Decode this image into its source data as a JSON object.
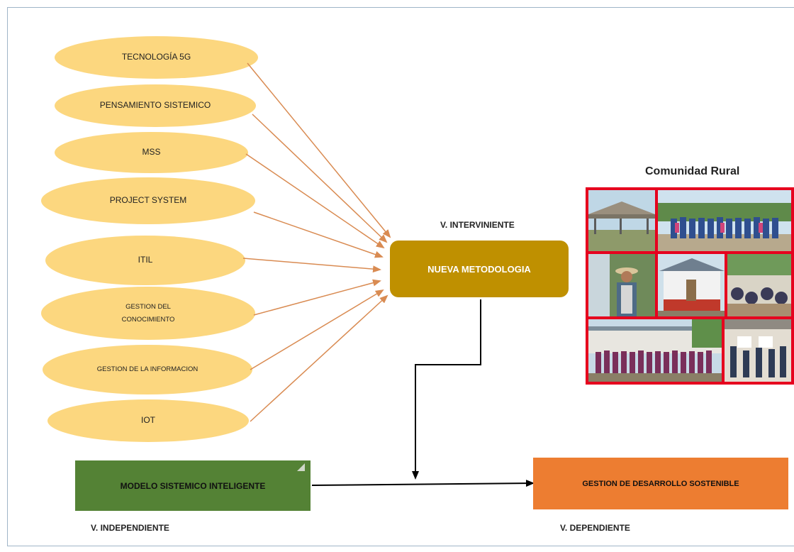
{
  "factors": [
    {
      "label": "TECNOLOGÍA 5G"
    },
    {
      "label": "PENSAMIENTO SISTEMICO"
    },
    {
      "label": "MSS"
    },
    {
      "label": "PROJECT SYSTEM"
    },
    {
      "label": "ITIL"
    },
    {
      "label": "GESTION  DEL",
      "label2": "CONOCIMIENTO"
    },
    {
      "label": "GESTION  DE LA INFORMACION"
    },
    {
      "label": "IOT"
    }
  ],
  "intervening": {
    "caption": "V. INTERVINIENTE",
    "box": "NUEVA METODOLOGIA"
  },
  "independent": {
    "caption": "V. INDEPENDIENTE",
    "box": "MODELO SISTEMICO INTELIGENTE"
  },
  "dependent": {
    "caption": "V. DEPENDIENTE",
    "box": "GESTION DE DESARROLLO SOSTENIBLE"
  },
  "photo_panel": {
    "title": "Comunidad Rural"
  },
  "colors": {
    "oval": "#fcd77f",
    "arrow": "#d98b52",
    "intervening_box": "#bf9000",
    "independent_box": "#548235",
    "dependent_box": "#ed7d31",
    "photo_frame": "#e6001e"
  }
}
